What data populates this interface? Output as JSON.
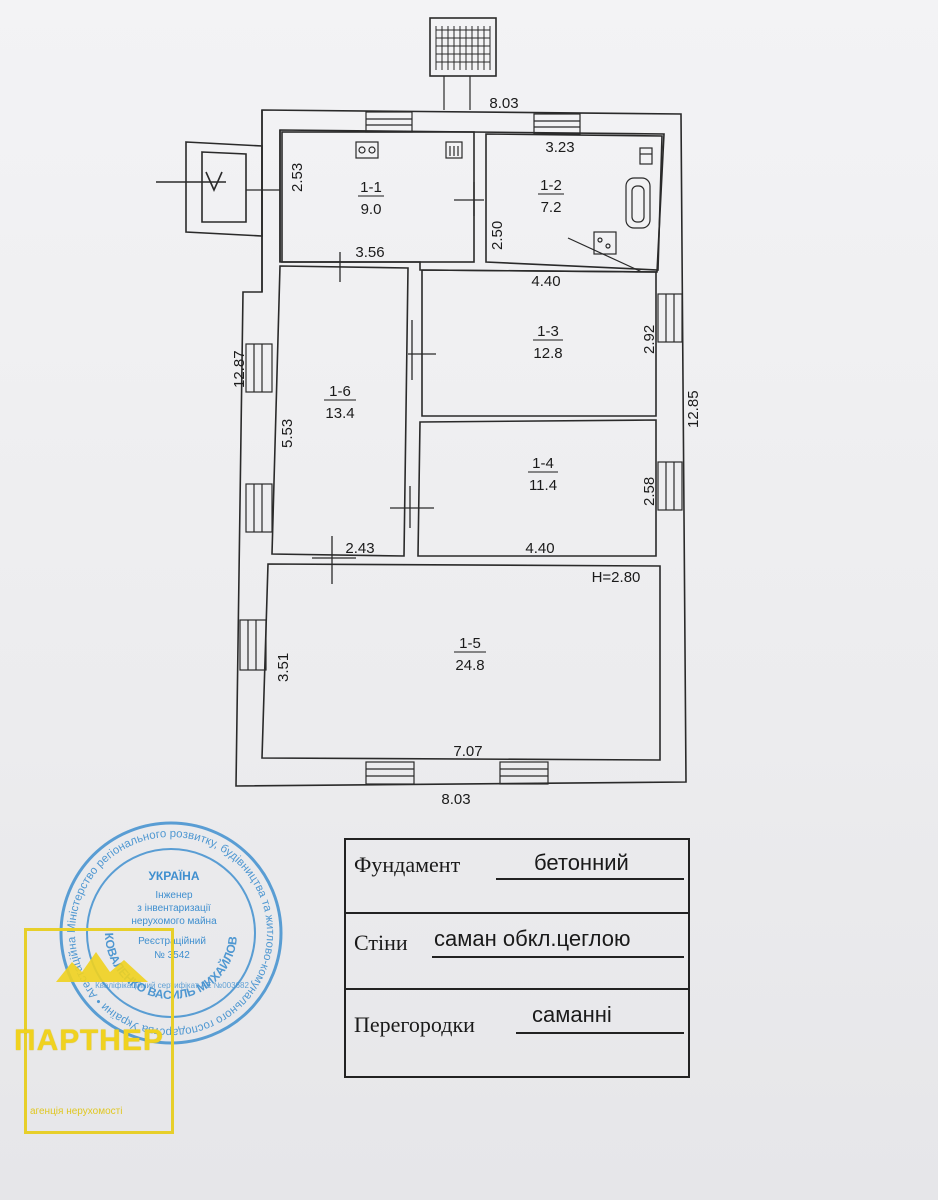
{
  "plan": {
    "rooms": [
      {
        "id": "1-1",
        "number": "1-1",
        "area": "9.0"
      },
      {
        "id": "1-2",
        "number": "1-2",
        "area": "7.2"
      },
      {
        "id": "1-3",
        "number": "1-3",
        "area": "12.8"
      },
      {
        "id": "1-4",
        "number": "1-4",
        "area": "11.4"
      },
      {
        "id": "1-5",
        "number": "1-5",
        "area": "24.8"
      },
      {
        "id": "1-6",
        "number": "1-6",
        "area": "13.4"
      }
    ],
    "dimensions": {
      "top_width": "8.03",
      "bottom_width": "8.03",
      "left_height": "12.87",
      "right_height": "12.85",
      "room_1_1_height": "2.53",
      "room_1_1_width": "3.56",
      "room_1_2_width": "3.23",
      "room_1_2_height": "2.50",
      "room_1_3_width": "4.40",
      "room_1_3_height": "2.92",
      "room_1_4_width": "4.40",
      "room_1_4_height": "2.58",
      "room_1_6_height": "5.53",
      "room_1_6_width": "2.43",
      "room_1_5_width": "7.07",
      "room_1_5_height": "3.51",
      "ceiling_height": "H=2.80"
    }
  },
  "specs": {
    "foundation_label": "Фундамент",
    "foundation_value": "бетонний",
    "walls_label": "Стіни",
    "walls_value": "саман обкл.цеглою",
    "partitions_label": "Перегородки",
    "partitions_value": "саманні"
  },
  "stamp": {
    "outer_text": "Міністерство регіонального розвитку, будівництва та житлово-комунального господарства України • Агестаційна архітектурно-будівельна комісія •",
    "country": "УКРАЇНА",
    "role_line1": "Інженер",
    "role_line2": "з інвентаризації",
    "role_line3": "нерухомого майна",
    "name": "КОВАЛЕНКО ВАСИЛЬ МИХАЙЛОВИЧ",
    "reg_line1": "Реєстраційний",
    "reg_line2": "№ 3542",
    "cert": "Кваліфікаційний сертифікат АЕ №003682"
  },
  "brand": {
    "name": "ПАРТНЕР",
    "tagline": "агенція нерухомості"
  },
  "colors": {
    "ink": "#2a2a2a",
    "stamp_blue": "#3f8fcf",
    "brand_yellow": "#f0d21f"
  }
}
